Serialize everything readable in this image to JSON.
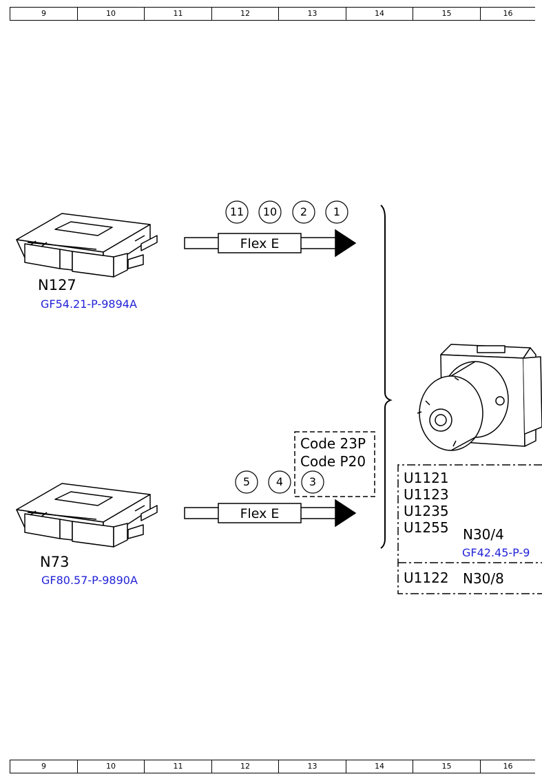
{
  "ruler": {
    "columns": [
      "9",
      "10",
      "11",
      "12",
      "13",
      "14",
      "15",
      "16"
    ]
  },
  "top_bus": {
    "label": "Flex E",
    "markers": [
      "11",
      "10",
      "2",
      "1"
    ]
  },
  "bottom_bus": {
    "label": "Flex E",
    "markers": [
      "5",
      "4",
      "3"
    ]
  },
  "device_n127": {
    "name": "N127",
    "ref": "GF54.21-P-9894A"
  },
  "device_n73": {
    "name": "N73",
    "ref": "GF80.57-P-9890A"
  },
  "code_box": {
    "lines": [
      "Code 23P",
      "Code P20"
    ]
  },
  "fault_box": {
    "codes": [
      "U1121",
      "U1123",
      "U1235",
      "U1255"
    ],
    "unit": "N30/4",
    "ref": "GF42.45-P-9",
    "code2": "U1122",
    "unit2": "N30/8"
  },
  "colors": {
    "link": "#2222d8",
    "line": "#000000"
  }
}
